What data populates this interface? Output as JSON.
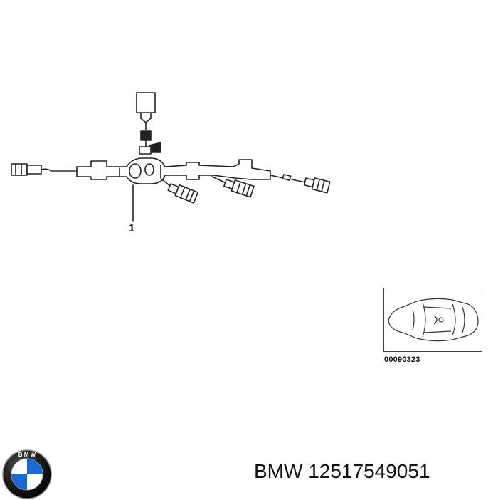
{
  "diagram": {
    "callout_number": "1",
    "thumbnail_code": "00090323"
  },
  "footer": {
    "brand": "BMW",
    "part_number": "12517549051"
  },
  "colors": {
    "line": "#222222",
    "logo_blue": "#1c69d4",
    "logo_ring": "#111111"
  },
  "icons": {
    "logo": "bmw-roundel-icon",
    "car": "car-top-view-icon",
    "harness": "wiring-harness-icon"
  }
}
